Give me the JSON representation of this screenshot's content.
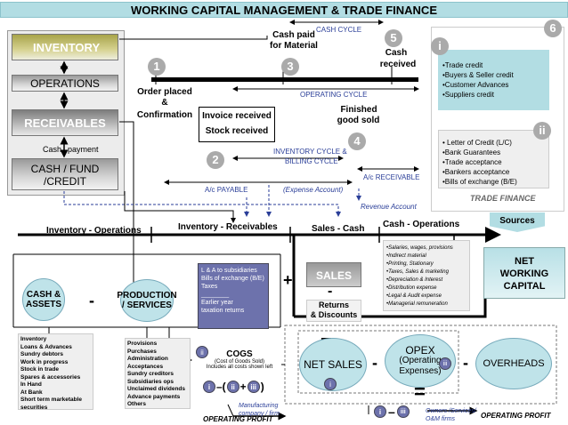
{
  "title": "WORKING CAPITAL MANAGEMENT & TRADE FINANCE",
  "left_panel": {
    "inventory": "INVENTORY",
    "operations": "OPERATIONS",
    "receivables": "RECEIVABLES",
    "cash_label": "Cash",
    "payment_label": "payment",
    "cash_fund": "CASH / FUND",
    "credit": "/CREDIT"
  },
  "cycle": {
    "cash_cycle": "CASH CYCLE",
    "cash_paid": "Cash paid",
    "for_material": "for Material",
    "cash": "Cash",
    "received": "received",
    "n1": "1",
    "n2": "2",
    "n3": "3",
    "n4": "4",
    "n5": "5",
    "order_placed": "Order placed",
    "amp": "&",
    "confirmation": "Confirmation",
    "operating_cycle": "OPERATING CYCLE",
    "invoice_received": "Invoice received",
    "stock_received": "Stock received",
    "finished": "Finished",
    "good_sold": "good sold",
    "inventory_cycle": "INVENTORY CYCLE &",
    "billing_cycle": "BILLING CYCLE",
    "ac_payable": "A/c PAYABLE",
    "expense_account": "(Expense Account)",
    "ac_receivable": "A/c  RECEIVABLE",
    "revenue_account": "Revenue Account"
  },
  "trade_finance": {
    "n6": "6",
    "i": "i",
    "ii": "ii",
    "items_i": [
      "•Trade credit",
      "•Buyers & Seller credit",
      "•Customer Advances",
      "•Suppliers credit"
    ],
    "items_ii": [
      "• Letter of Credit  (L/C)",
      "•Bank Guarantees",
      "•Trade acceptance",
      "•Bankers acceptance",
      "•Bills of exchange   (B/E)"
    ],
    "label": "TRADE FINANCE",
    "sources": "Sources"
  },
  "flow": {
    "inventory_operations": "Inventory - Operations",
    "inventory_receivables": "Inventory  - Receivables",
    "sales_cash": "Sales - Cash",
    "cash_operations": "Cash - Operations"
  },
  "bottom": {
    "cash_assets": [
      "CASH &",
      "ASSETS"
    ],
    "minus": "-",
    "production": [
      "PRODUCTION",
      "/ SERVICES"
    ],
    "la": [
      "L & A  to subsidiaries",
      "Bills of exchange (B/E)",
      "Taxes",
      "________",
      "Earlier year",
      "taxation returns"
    ],
    "plus": "+",
    "sales": "SALES",
    "returns": [
      "Returns",
      "& Discounts"
    ],
    "expenses": [
      "•Salaries, wages, provisions",
      "•Indirect material",
      "•Printing, Stationary",
      "•Taxes, Sales & marketing",
      "•Depreciation & Interest",
      "•Distribution expense",
      "•Legal & Audit expense",
      "•Managerial remuneration"
    ],
    "net_wc": [
      "NET",
      "WORKING",
      "CAPITAL"
    ],
    "inventory_list": [
      "Inventory",
      "Loans & Advances",
      "Sundry debtors",
      "Work in progress",
      "Stock in trade",
      "Spares & accessories",
      "In Hand",
      "At Bank",
      "Short term marketable securities"
    ],
    "provisions_list": [
      "Provisions",
      "Purchases",
      "Administration",
      "Acceptances",
      "Sundry creditors",
      "Subsidiaries ops",
      "Unclaimed dividends",
      "Advance payments",
      "Others"
    ],
    "cogs": "COGS",
    "cogs_sub": "(Cost of Goods Sold)",
    "cogs_sub2": "Includes all costs shown left",
    "ii": "ii",
    "i": "i",
    "iii": "iii",
    "formula_left": [
      "i",
      "–(",
      "ii",
      "+",
      "iii",
      ")"
    ],
    "manufacturing": [
      "Manufacturing",
      "company / firm"
    ],
    "operating_profit": "OPERATING  PROFIT",
    "eq": "=",
    "net_sales": "NET SALES",
    "opex": [
      "OPEX",
      "(Operating",
      "Expenses)"
    ],
    "overheads": "OVERHEADS",
    "owners": [
      "Owners /Services/",
      "O&M firms"
    ],
    "operating_profit2": "OPERATING  PROFIT"
  }
}
